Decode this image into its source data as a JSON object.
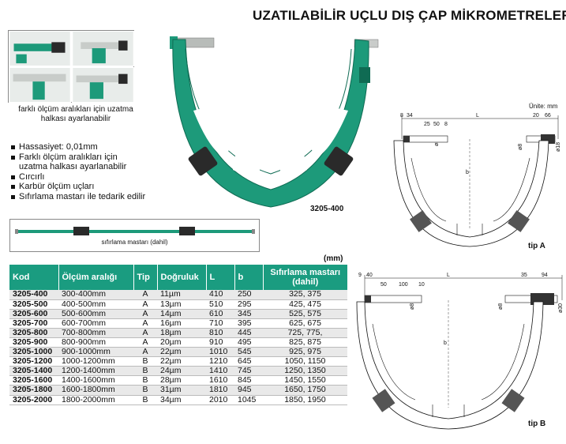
{
  "page": {
    "title": "UZATILABİLİR UÇLU DIŞ ÇAP MİKROMETRELERİ"
  },
  "thumbnails": {
    "caption": "farklı ölçüm aralıkları için uzatma halkası ayarlanabilir"
  },
  "features": [
    "Hassasiyet: 0,01mm",
    "Farklı ölçüm aralıkları için uzatma halkası ayarlanabilir",
    "Cırcırlı",
    "Karbür ölçüm uçları",
    "Sıfırlama mastarı ile tedarik edilir"
  ],
  "setting_gauge": {
    "caption": "sıfırlama mastarı (dahil)"
  },
  "main_photo": {
    "model": "3205-400"
  },
  "diagram_a": {
    "unit_note": "Ünite: mm",
    "label": "tip A",
    "dims": {
      "d1": "8",
      "d2": "34",
      "d3": "25",
      "d4": "50",
      "d5": "8",
      "d6": "L",
      "d7": "20",
      "d8": "66",
      "d9": "ø8",
      "d10": "ø8",
      "d11": "ø18",
      "d12": "b"
    }
  },
  "diagram_b": {
    "label": "tip B",
    "dims": {
      "d1": "9",
      "d2": "40",
      "d3": "50",
      "d4": "100",
      "d5": "10",
      "d6": "L",
      "d7": "35",
      "d8": "94",
      "d9": "ø8",
      "d10": "ø8",
      "d11": "ø30",
      "d12": "b"
    }
  },
  "table": {
    "unit": "(mm)",
    "headers": {
      "code": "Kod",
      "range": "Ölçüm aralığı",
      "type": "Tip",
      "accuracy": "Doğruluk",
      "L": "L",
      "b": "b",
      "gauge": "Sıfırlama mastarı (dahil)"
    },
    "rows": [
      {
        "code": "3205-400",
        "range": "300-400mm",
        "type": "A",
        "accuracy": "11µm",
        "L": "410",
        "b": "250",
        "gauge": "325, 375"
      },
      {
        "code": "3205-500",
        "range": "400-500mm",
        "type": "A",
        "accuracy": "13µm",
        "L": "510",
        "b": "295",
        "gauge": "425, 475"
      },
      {
        "code": "3205-600",
        "range": "500-600mm",
        "type": "A",
        "accuracy": "14µm",
        "L": "610",
        "b": "345",
        "gauge": "525, 575"
      },
      {
        "code": "3205-700",
        "range": "600-700mm",
        "type": "A",
        "accuracy": "16µm",
        "L": "710",
        "b": "395",
        "gauge": "625, 675"
      },
      {
        "code": "3205-800",
        "range": "700-800mm",
        "type": "A",
        "accuracy": "18µm",
        "L": "810",
        "b": "445",
        "gauge": "725, 775,"
      },
      {
        "code": "3205-900",
        "range": "800-900mm",
        "type": "A",
        "accuracy": "20µm",
        "L": "910",
        "b": "495",
        "gauge": "825, 875"
      },
      {
        "code": "3205-1000",
        "range": "900-1000mm",
        "type": "A",
        "accuracy": "22µm",
        "L": "1010",
        "b": "545",
        "gauge": "925, 975"
      },
      {
        "code": "3205-1200",
        "range": "1000-1200mm",
        "type": "B",
        "accuracy": "22µm",
        "L": "1210",
        "b": "645",
        "gauge": "1050, 1150"
      },
      {
        "code": "3205-1400",
        "range": "1200-1400mm",
        "type": "B",
        "accuracy": "24µm",
        "L": "1410",
        "b": "745",
        "gauge": "1250, 1350"
      },
      {
        "code": "3205-1600",
        "range": "1400-1600mm",
        "type": "B",
        "accuracy": "28µm",
        "L": "1610",
        "b": "845",
        "gauge": "1450, 1550"
      },
      {
        "code": "3205-1800",
        "range": "1600-1800mm",
        "type": "B",
        "accuracy": "31µm",
        "L": "1810",
        "b": "945",
        "gauge": "1650, 1750"
      },
      {
        "code": "3205-2000",
        "range": "1800-2000mm",
        "type": "B",
        "accuracy": "34µm",
        "L": "2010",
        "b": "1045",
        "gauge": "1850, 1950"
      }
    ]
  },
  "colors": {
    "brand_green": "#1a9c80",
    "frame_green": "#1d9a7a"
  }
}
